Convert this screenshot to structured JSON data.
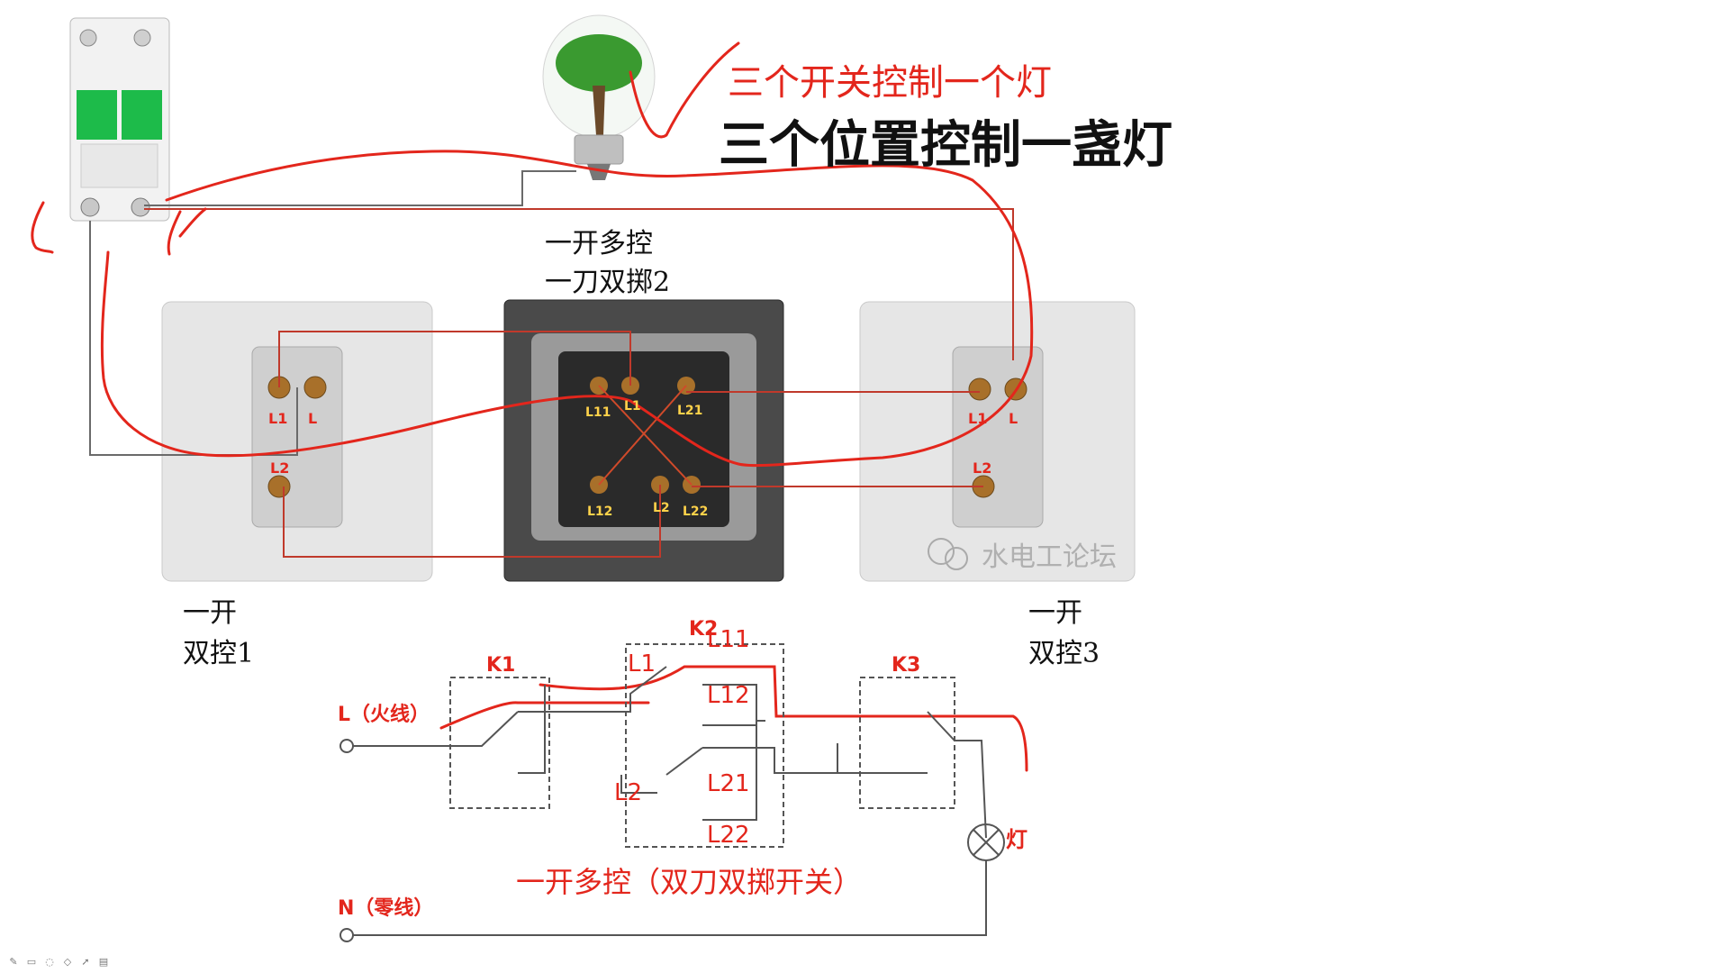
{
  "header": {
    "title_red": "三个开关控制一个灯",
    "title_black": "三个位置控制一盏灯"
  },
  "switches": {
    "center_label_line1": "一开多控",
    "center_label_line2": "一刀双掷2",
    "left_label_line1": "一开",
    "left_label_line2": "双控1",
    "right_label_line1": "一开",
    "right_label_line2": "双控3",
    "left_terminals": [
      "L1",
      "L",
      "L2"
    ],
    "right_terminals": [
      "L1",
      "L",
      "L2"
    ],
    "center_terminals": [
      "L11",
      "L1",
      "L21",
      "L12",
      "L2",
      "L22"
    ],
    "watermark": "水电工论坛"
  },
  "schematic": {
    "k1": "K1",
    "k2": "K2",
    "k3": "K3",
    "live": "L（火线）",
    "neutral": "N（零线）",
    "lamp": "灯",
    "k2_terminals": [
      "L1",
      "L11",
      "L12",
      "L2",
      "L21",
      "L22"
    ],
    "caption": "一开多控（双刀双掷开关）"
  },
  "colors": {
    "red_ink": "#e3261c",
    "wire": "#555555",
    "dark": "#222222"
  },
  "toolbar_icons": [
    "pen-icon",
    "slide-icon",
    "eraser-icon",
    "highlighter-icon",
    "pointer-icon",
    "notes-icon"
  ]
}
